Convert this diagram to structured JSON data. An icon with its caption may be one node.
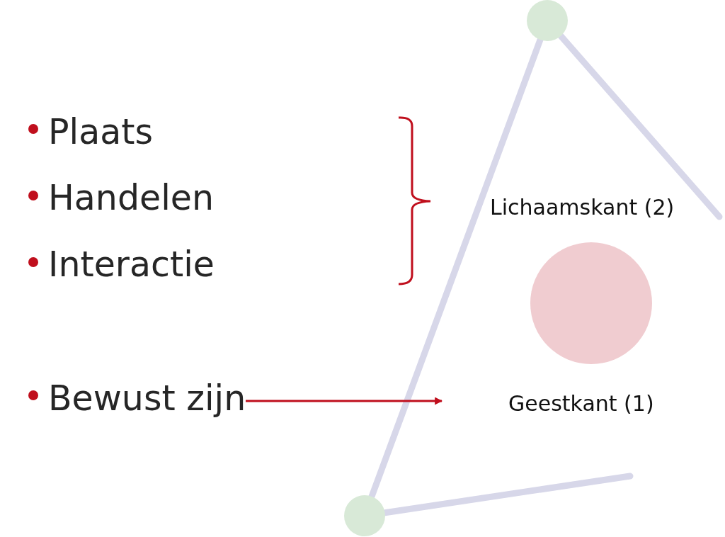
{
  "diagram": {
    "nodes": [
      {
        "text": [],
        "shape": "circle"
      },
      {
        "text": [],
        "shape": "circle"
      },
      {
        "text": [
          "Bewust zijn"
        ]
      },
      {
        "text": [],
        "shape": "circle"
      }
    ],
    "edges": [
      {
        "from": 0,
        "to": 3,
        "arrow": "none"
      },
      {
        "from": 0,
        "to": null,
        "arrow": "none"
      },
      {
        "from": 3,
        "to": null,
        "arrow": "none"
      },
      {
        "from": 2,
        "to": null,
        "arrow": "to",
        "color": "#c00f1d"
      }
    ],
    "labels": [
      "Plaats",
      "Handelen",
      "Lichaamskant (2)",
      "Interactie",
      "Geestkant (1)"
    ]
  }
}
